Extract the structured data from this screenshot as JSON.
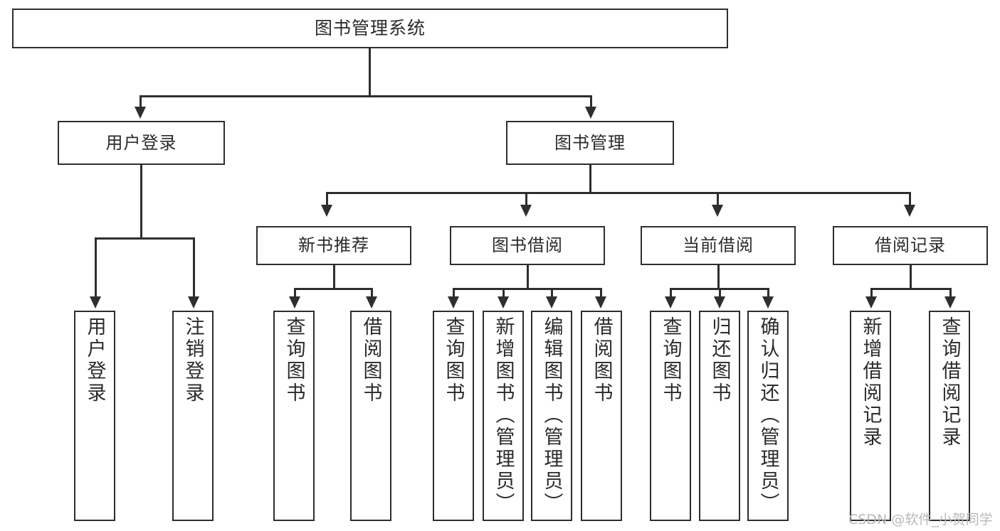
{
  "diagram": {
    "type": "tree",
    "title": "图书管理系统",
    "watermark": "CSDN @软件_小贺同学",
    "colors": {
      "stroke": "#2e2e2e",
      "background": "#ffffff",
      "text": "#2b2b2b",
      "watermark": "#b9b9b9"
    },
    "nodes": {
      "root": {
        "label": "图书管理系统"
      },
      "level2": [
        {
          "label": "用户登录"
        },
        {
          "label": "图书管理"
        }
      ],
      "level3": [
        {
          "label": "新书推荐"
        },
        {
          "label": "图书借阅"
        },
        {
          "label": "当前借阅"
        },
        {
          "label": "借阅记录"
        }
      ],
      "leaves": {
        "user_login": [
          {
            "label": "用户登录"
          },
          {
            "label": "注销登录"
          }
        ],
        "new_book_recommend": [
          {
            "label": "查询图书"
          },
          {
            "label": "借阅图书"
          }
        ],
        "book_borrow": [
          {
            "label": "查询图书"
          },
          {
            "label": "新增图书（管理员）"
          },
          {
            "label": "编辑图书（管理员）"
          },
          {
            "label": "借阅图书"
          }
        ],
        "current_borrow": [
          {
            "label": "查询图书"
          },
          {
            "label": "归还图书"
          },
          {
            "label": "确认归还（管理员）"
          }
        ],
        "borrow_record": [
          {
            "label": "新增借阅记录"
          },
          {
            "label": "查询借阅记录"
          }
        ]
      }
    }
  }
}
